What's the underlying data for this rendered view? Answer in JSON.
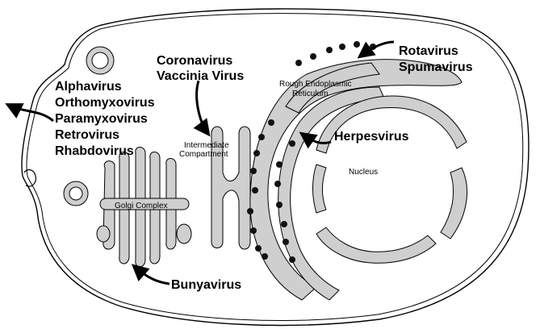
{
  "virus_groups": {
    "plasma_membrane": [
      "Alphavirus",
      "Orthomyxovirus",
      "Paramyxovirus",
      "Retrovirus",
      "Rhabdovirus"
    ],
    "intermediate_compartment": [
      "Coronavirus",
      "Vaccinia Virus"
    ],
    "rough_er": [
      "Rotavirus",
      "Spumavirus"
    ],
    "nucleus": [
      "Herpesvirus"
    ],
    "golgi": [
      "Bunyavirus"
    ]
  },
  "organelles": {
    "rough_er": [
      "Rough Endoplasmic",
      "Reticulum"
    ],
    "intermediate_compartment": [
      "Intermediate",
      "Compartment"
    ],
    "nucleus": "Nucleus",
    "golgi": "Golgi Complex"
  },
  "colors": {
    "membrane_fill": "#cfcfcf",
    "outline": "#000000",
    "virus": "#111111"
  }
}
